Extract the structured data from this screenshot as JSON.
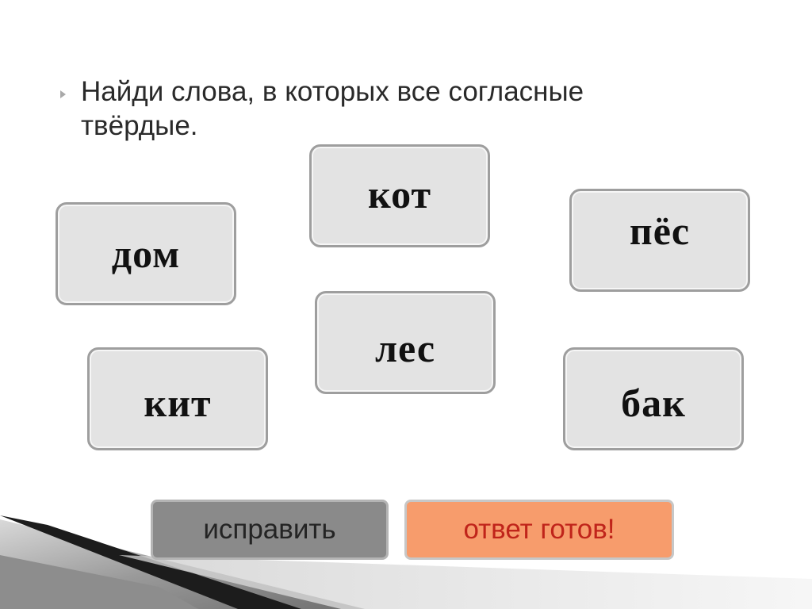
{
  "task": {
    "text": "Найди слова, в которых все согласные твёрдые."
  },
  "words": {
    "dom": "дом",
    "kot": "кот",
    "pes": "пёс",
    "les": "лес",
    "kit": "кит",
    "bak": "бак"
  },
  "buttons": {
    "fix_label": "исправить",
    "done_label": "ответ готов!"
  },
  "colors": {
    "card_fill": "#e3e3e3",
    "card_border": "#9e9e9e",
    "fix_button_fill": "#8a8a8a",
    "done_button_fill": "#f79c6c",
    "done_button_text": "#c0241a"
  }
}
